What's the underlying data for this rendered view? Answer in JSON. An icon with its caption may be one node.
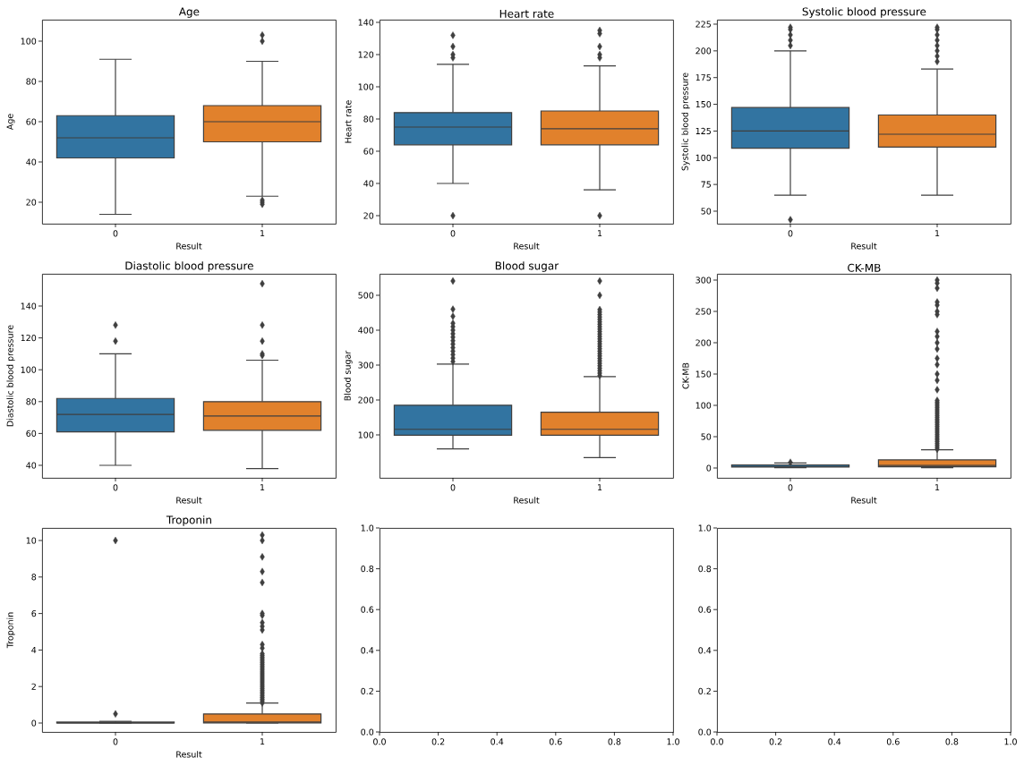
{
  "diagram": {
    "nodes": [
      {
        "text": [
          "Age"
        ],
        "beside": [
          "100",
          "80",
          "60",
          "40",
          "20",
          "0",
          "1",
          "Result"
        ]
      },
      {
        "text": [
          "Heart rate"
        ],
        "beside": [
          "140",
          "120",
          "100",
          "80",
          "60",
          "40",
          "20",
          "0",
          "1",
          "Result"
        ]
      },
      {
        "text": [
          "Systolic blood pressure"
        ],
        "beside": [
          "225",
          "200",
          "175",
          "150",
          "125",
          "100",
          "75",
          "50",
          "0",
          "1",
          "Result"
        ]
      },
      {
        "text": [
          "Diastolic blood pressure"
        ],
        "beside": [
          "140",
          "120",
          "100",
          "80",
          "60",
          "40",
          "0",
          "1",
          "Result"
        ]
      },
      {
        "text": [
          "Blood sugar"
        ],
        "beside": [
          "500",
          "400",
          "300",
          "200",
          "100",
          "0",
          "1",
          "Result"
        ]
      },
      {
        "text": [
          "CK-MB"
        ],
        "beside": [
          "300",
          "250",
          "200",
          "150",
          "100",
          "50",
          "0",
          "0",
          "1",
          "Result"
        ]
      },
      {
        "text": [
          "Troponin"
        ],
        "beside": [
          "10",
          "8",
          "6",
          "4",
          "2",
          "0",
          "0",
          "1",
          "Result"
        ]
      },
      {
        "text": [],
        "shape": "box",
        "beside": [
          "1.0",
          "0.8",
          "0.6",
          "0.4",
          "0.2",
          "0.0",
          "0.0",
          "0.2",
          "0.4",
          "0.6",
          "0.8",
          "1.0"
        ]
      },
      {
        "text": [],
        "shape": "box",
        "beside": [
          "1.0",
          "0.8",
          "0.6",
          "0.4",
          "0.2",
          "0.0",
          "0.0",
          "0.2",
          "0.4",
          "0.6",
          "0.8",
          "1.0"
        ]
      }
    ],
    "labels": [
      "Age",
      "Heart rate",
      "Systolic blood pressure",
      "Diastolic blood pressure",
      "Blood sugar",
      "CK-MB",
      "Troponin"
    ]
  }
}
